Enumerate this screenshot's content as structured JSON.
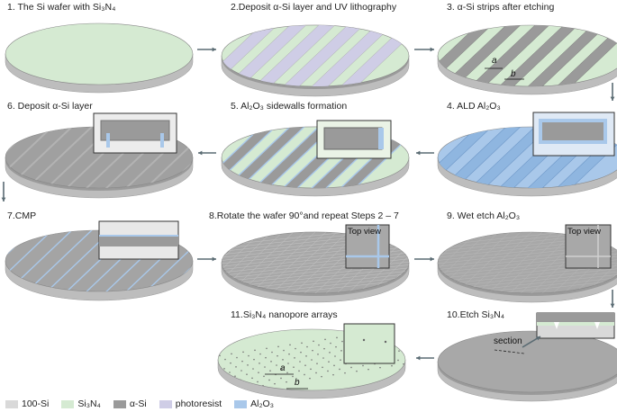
{
  "steps": {
    "s1": "1. The Si wafer with Si₃N₄",
    "s2": "2.Deposit α-Si layer and UV lithography",
    "s3": "3. α-Si strips after etching",
    "s4": "4. ALD Al₂O₃",
    "s5": "5. Al₂O₃ sidewalls formation",
    "s6": "6. Deposit α-Si layer",
    "s7": "7.CMP",
    "s8": "8.Rotate the wafer 90°and repeat Steps 2 – 7",
    "s9": "9. Wet etch Al₂O₃",
    "s10": "10.Etch Si₃N₄",
    "s11": "11.Si₃N₄ nanopore arrays"
  },
  "annotations": {
    "a": "a",
    "b": "b",
    "top_view_8": "Top view",
    "top_view_9": "Top view",
    "section": "section"
  },
  "legend": [
    {
      "label": "100-Si",
      "color": "#d9d9d9"
    },
    {
      "label": "Si₃N₄",
      "color": "#d5ead2"
    },
    {
      "label": "α-Si",
      "color": "#9a9a9a"
    },
    {
      "label": "photoresist",
      "color": "#cfcde6"
    },
    {
      "label": "Al₂O₃",
      "color": "#a9c8ea"
    }
  ],
  "colors": {
    "si": "#d9d9d9",
    "si_side": "#bdbdbd",
    "sin": "#d5ead2",
    "asi": "#9a9a9a",
    "asi_light": "#b3b3b3",
    "resist": "#cfcde6",
    "al2o3": "#a9c8ea",
    "arrow": "#5a6b73"
  }
}
